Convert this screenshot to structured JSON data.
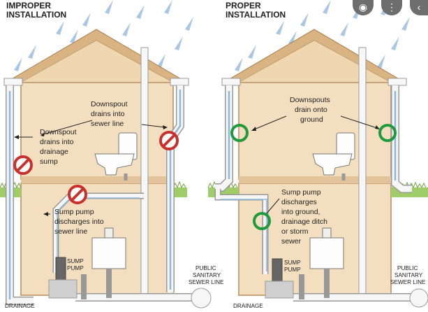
{
  "image_controls": {
    "lens_icon": "lens-icon",
    "more_icon": "more-vertical-icon",
    "back_icon": "chevron-left-icon"
  },
  "colors": {
    "improper_marker": "#c9302c",
    "proper_marker": "#1f9a3c",
    "house_fill": "#f2e0c2",
    "roof_fill": "#dcb98c",
    "water_stream": "#8db8dc",
    "grass": "#8bbf54"
  },
  "left": {
    "title_line1": "IMPROPER",
    "title_line2": "INSTALLATION",
    "callout_downspout_sewer": [
      "Downspout",
      "drains into",
      "sewer line"
    ],
    "callout_downspout_sump": [
      "Downspout",
      "drains into",
      "drainage",
      "sump"
    ],
    "callout_sump_pump": [
      "Sump pump",
      "discharges into",
      "sewer line"
    ],
    "sump_pump_label": [
      "SUMP",
      "PUMP"
    ],
    "sewer_label": [
      "PUBLIC",
      "SANITARY",
      "SEWER LINE"
    ],
    "drainage_label": "DRAINAGE"
  },
  "right": {
    "title_line1": "PROPER",
    "title_line2": "INSTALLATION",
    "callout_downspouts_ground": [
      "Downspouts",
      "drain onto",
      "ground"
    ],
    "callout_sump_ground": [
      "Sump pump",
      "discharges",
      "into ground,",
      "drainage ditch",
      "or storm",
      "sewer"
    ],
    "sump_pump_label": [
      "SUMP",
      "PUMP"
    ],
    "sewer_label": [
      "PUBLIC",
      "SANITARY",
      "SEWER LINE"
    ],
    "drainage_label": "DRAINAGE"
  }
}
